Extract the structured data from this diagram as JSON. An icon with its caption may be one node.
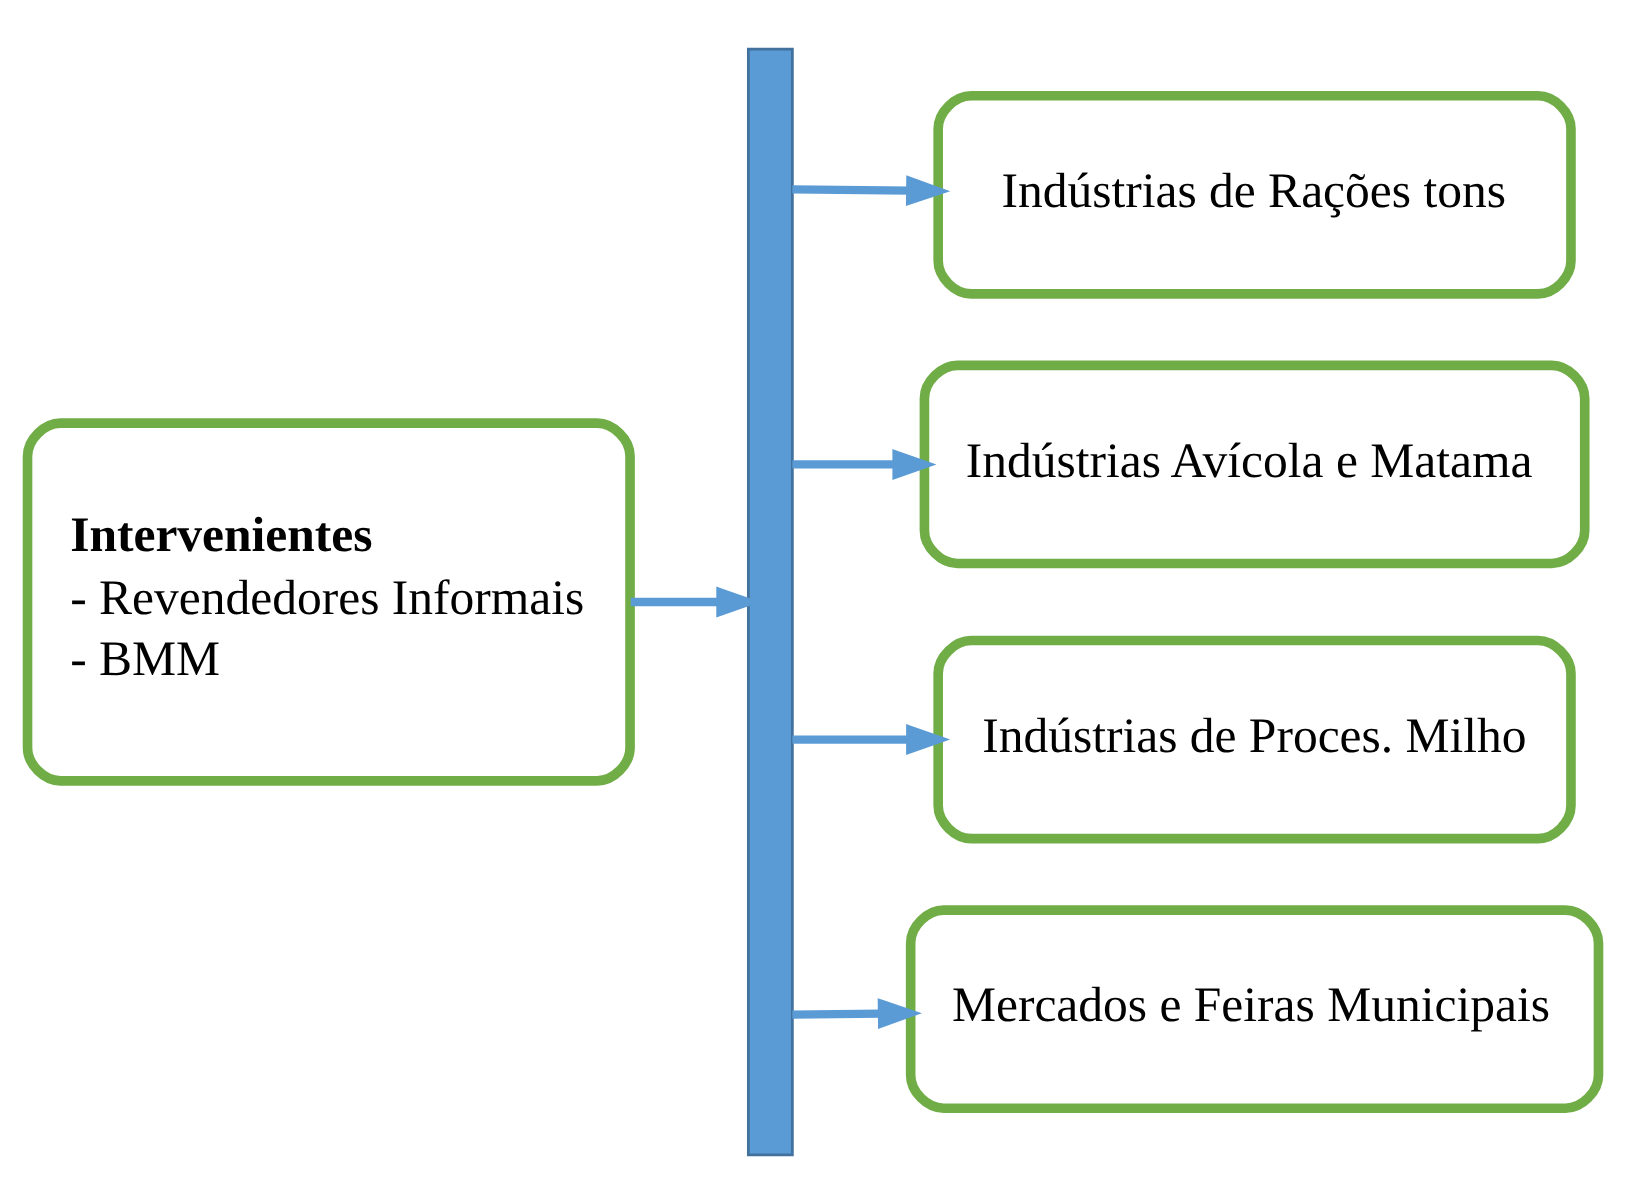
{
  "diagram": {
    "nodes": [
      {
        "text": [
          "Intervenientes",
          "- Revendedores Informais",
          "- BMM"
        ]
      },
      {
        "text": [],
        "shape": "bar"
      },
      {
        "text": [
          "Indústrias de Rações tons"
        ]
      },
      {
        "text": [
          "Indústrias Avícola e Matama"
        ]
      },
      {
        "text": [
          "Indústrias de Proces. Milho"
        ]
      },
      {
        "text": [
          "Mercados e Feiras Municipais"
        ]
      }
    ],
    "edges": [
      {
        "from": 0,
        "to": 1,
        "arrow": "to"
      },
      {
        "from": 1,
        "to": 2,
        "arrow": "to"
      },
      {
        "from": 1,
        "to": 3,
        "arrow": "to"
      },
      {
        "from": 1,
        "to": 4,
        "arrow": "to"
      },
      {
        "from": 1,
        "to": 5,
        "arrow": "to"
      }
    ]
  }
}
